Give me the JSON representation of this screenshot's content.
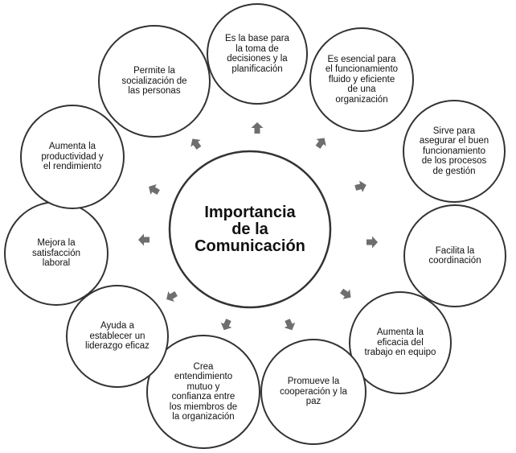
{
  "center": {
    "title": "Importancia\nde la\nComunicación"
  },
  "nodes": [
    {
      "text": "Es la base para\nla toma de\ndecisiones y la\nplanificación"
    },
    {
      "text": "Es esencial para\nel funcionamiento\nfluido y eficiente\nde una\norganización"
    },
    {
      "text": "Sirve para\nasegurar el buen\nfuncionamiento\nde los procesos\nde gestión"
    },
    {
      "text": "Facilita la\ncoordinación"
    },
    {
      "text": "Aumenta la\neficacia del\ntrabajo en equipo"
    },
    {
      "text": "Promueve la\ncooperación y la\npaz"
    },
    {
      "text": "Crea\nentendimiento\nmutuo y\nconfianza entre\nlos miembros de\nla organización"
    },
    {
      "text": "Ayuda a\nestablecer un\nliderazgo eficaz"
    },
    {
      "text": "Mejora la\nsatisfacción\nlaboral"
    },
    {
      "text": "Aumenta la\nproductividad y\nel rendimiento"
    },
    {
      "text": "Permite la\nsocialización de\nlas personas"
    }
  ],
  "colors": {
    "arrow": "#6e6e6e",
    "outline": "#333333"
  },
  "icons": {
    "arrow": "arrow-icon"
  }
}
